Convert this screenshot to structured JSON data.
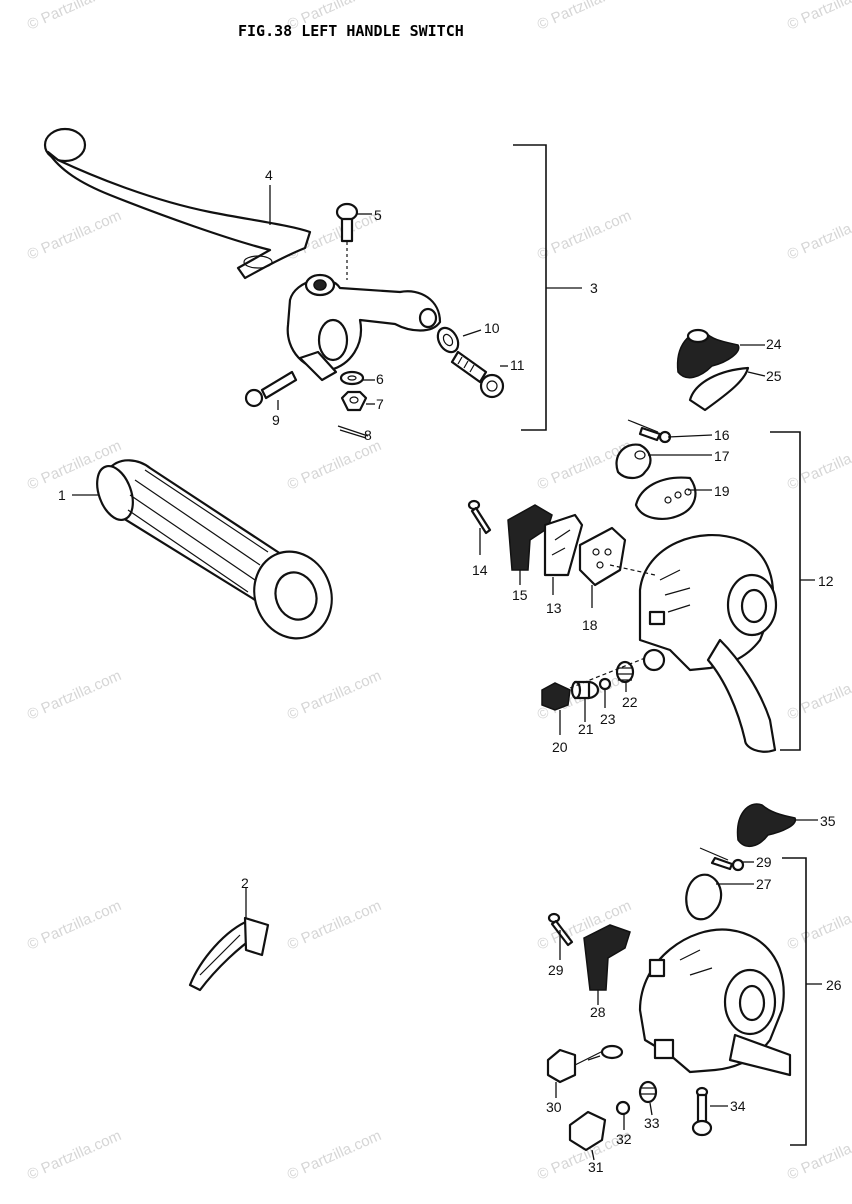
{
  "title": "FIG.38  LEFT HANDLE SWITCH",
  "watermark": "© Partzilla.com",
  "footer_text": "",
  "parts": [
    {
      "no": "1"
    },
    {
      "no": "2"
    },
    {
      "no": "3"
    },
    {
      "no": "4"
    },
    {
      "no": "5"
    },
    {
      "no": "6"
    },
    {
      "no": "7"
    },
    {
      "no": "8"
    },
    {
      "no": "9"
    },
    {
      "no": "10"
    },
    {
      "no": "11"
    },
    {
      "no": "12"
    },
    {
      "no": "13"
    },
    {
      "no": "14"
    },
    {
      "no": "15"
    },
    {
      "no": "16"
    },
    {
      "no": "17"
    },
    {
      "no": "18"
    },
    {
      "no": "19"
    },
    {
      "no": "20"
    },
    {
      "no": "21"
    },
    {
      "no": "22"
    },
    {
      "no": "23"
    },
    {
      "no": "24"
    },
    {
      "no": "25"
    },
    {
      "no": "26"
    },
    {
      "no": "27"
    },
    {
      "no": "28"
    },
    {
      "no": "29"
    },
    {
      "no": "29"
    },
    {
      "no": "30"
    },
    {
      "no": "31"
    },
    {
      "no": "32"
    },
    {
      "no": "33"
    },
    {
      "no": "34"
    },
    {
      "no": "35"
    }
  ]
}
